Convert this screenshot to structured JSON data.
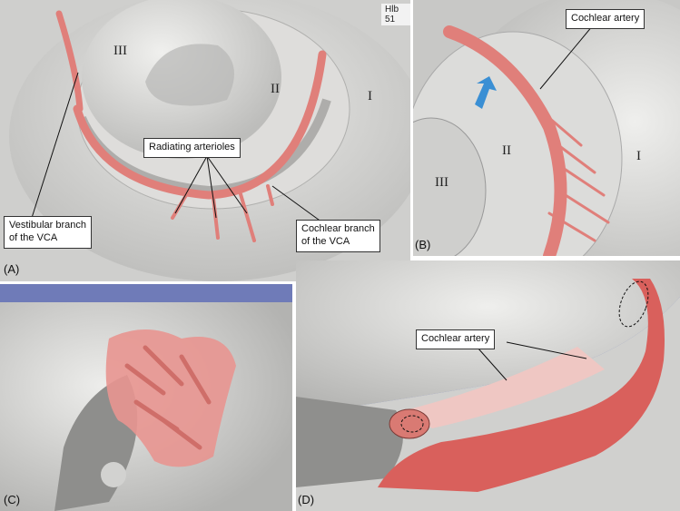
{
  "panels": {
    "a": {
      "label": "(A)",
      "turns": [
        "III",
        "II",
        "I"
      ],
      "callouts": {
        "radiating": "Radiating arterioles",
        "vestibular_line1": "Vestibular branch",
        "vestibular_line2": "of the VCA",
        "cochlear_line1": "Cochlear branch",
        "cochlear_line2": "of the VCA"
      },
      "specimen": "Hlb 51"
    },
    "b": {
      "label": "(B)",
      "turns": [
        "II",
        "III",
        "I"
      ],
      "callout": "Cochlear artery",
      "arrow_color": "#3a8fd4"
    },
    "c": {
      "label": "(C)"
    },
    "d": {
      "label": "(D)",
      "callout": "Cochlear artery"
    }
  },
  "colors": {
    "bone": "#cfcfcd",
    "bone_light": "#e4e4e2",
    "bone_dark": "#9c9c9a",
    "vessel": "#e07f7a",
    "vessel_dark": "#c9605c",
    "background_blue": "#6b78b8"
  }
}
